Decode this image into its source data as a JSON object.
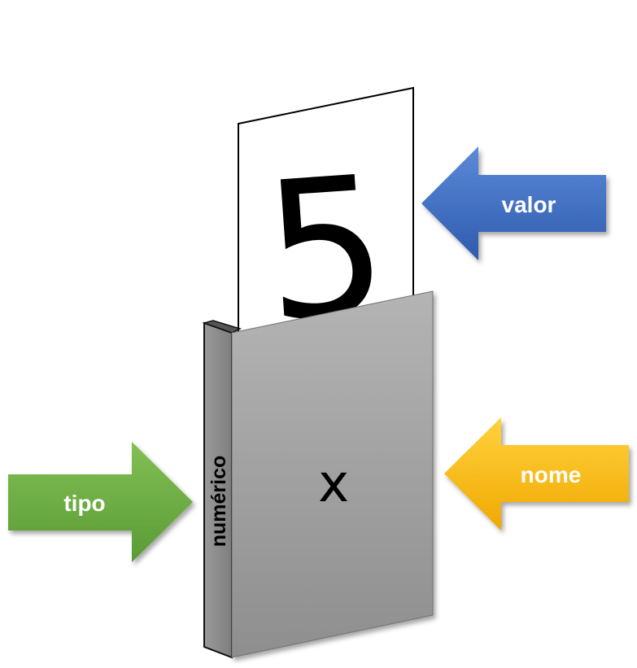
{
  "card": {
    "value": "5"
  },
  "box": {
    "label": "x",
    "type_label": "numérico"
  },
  "arrows": {
    "valor": {
      "label": "valor",
      "color": "#4472C4"
    },
    "nome": {
      "label": "nome",
      "color": "#FFC000"
    },
    "tipo": {
      "label": "tipo",
      "color": "#70AD47"
    }
  }
}
